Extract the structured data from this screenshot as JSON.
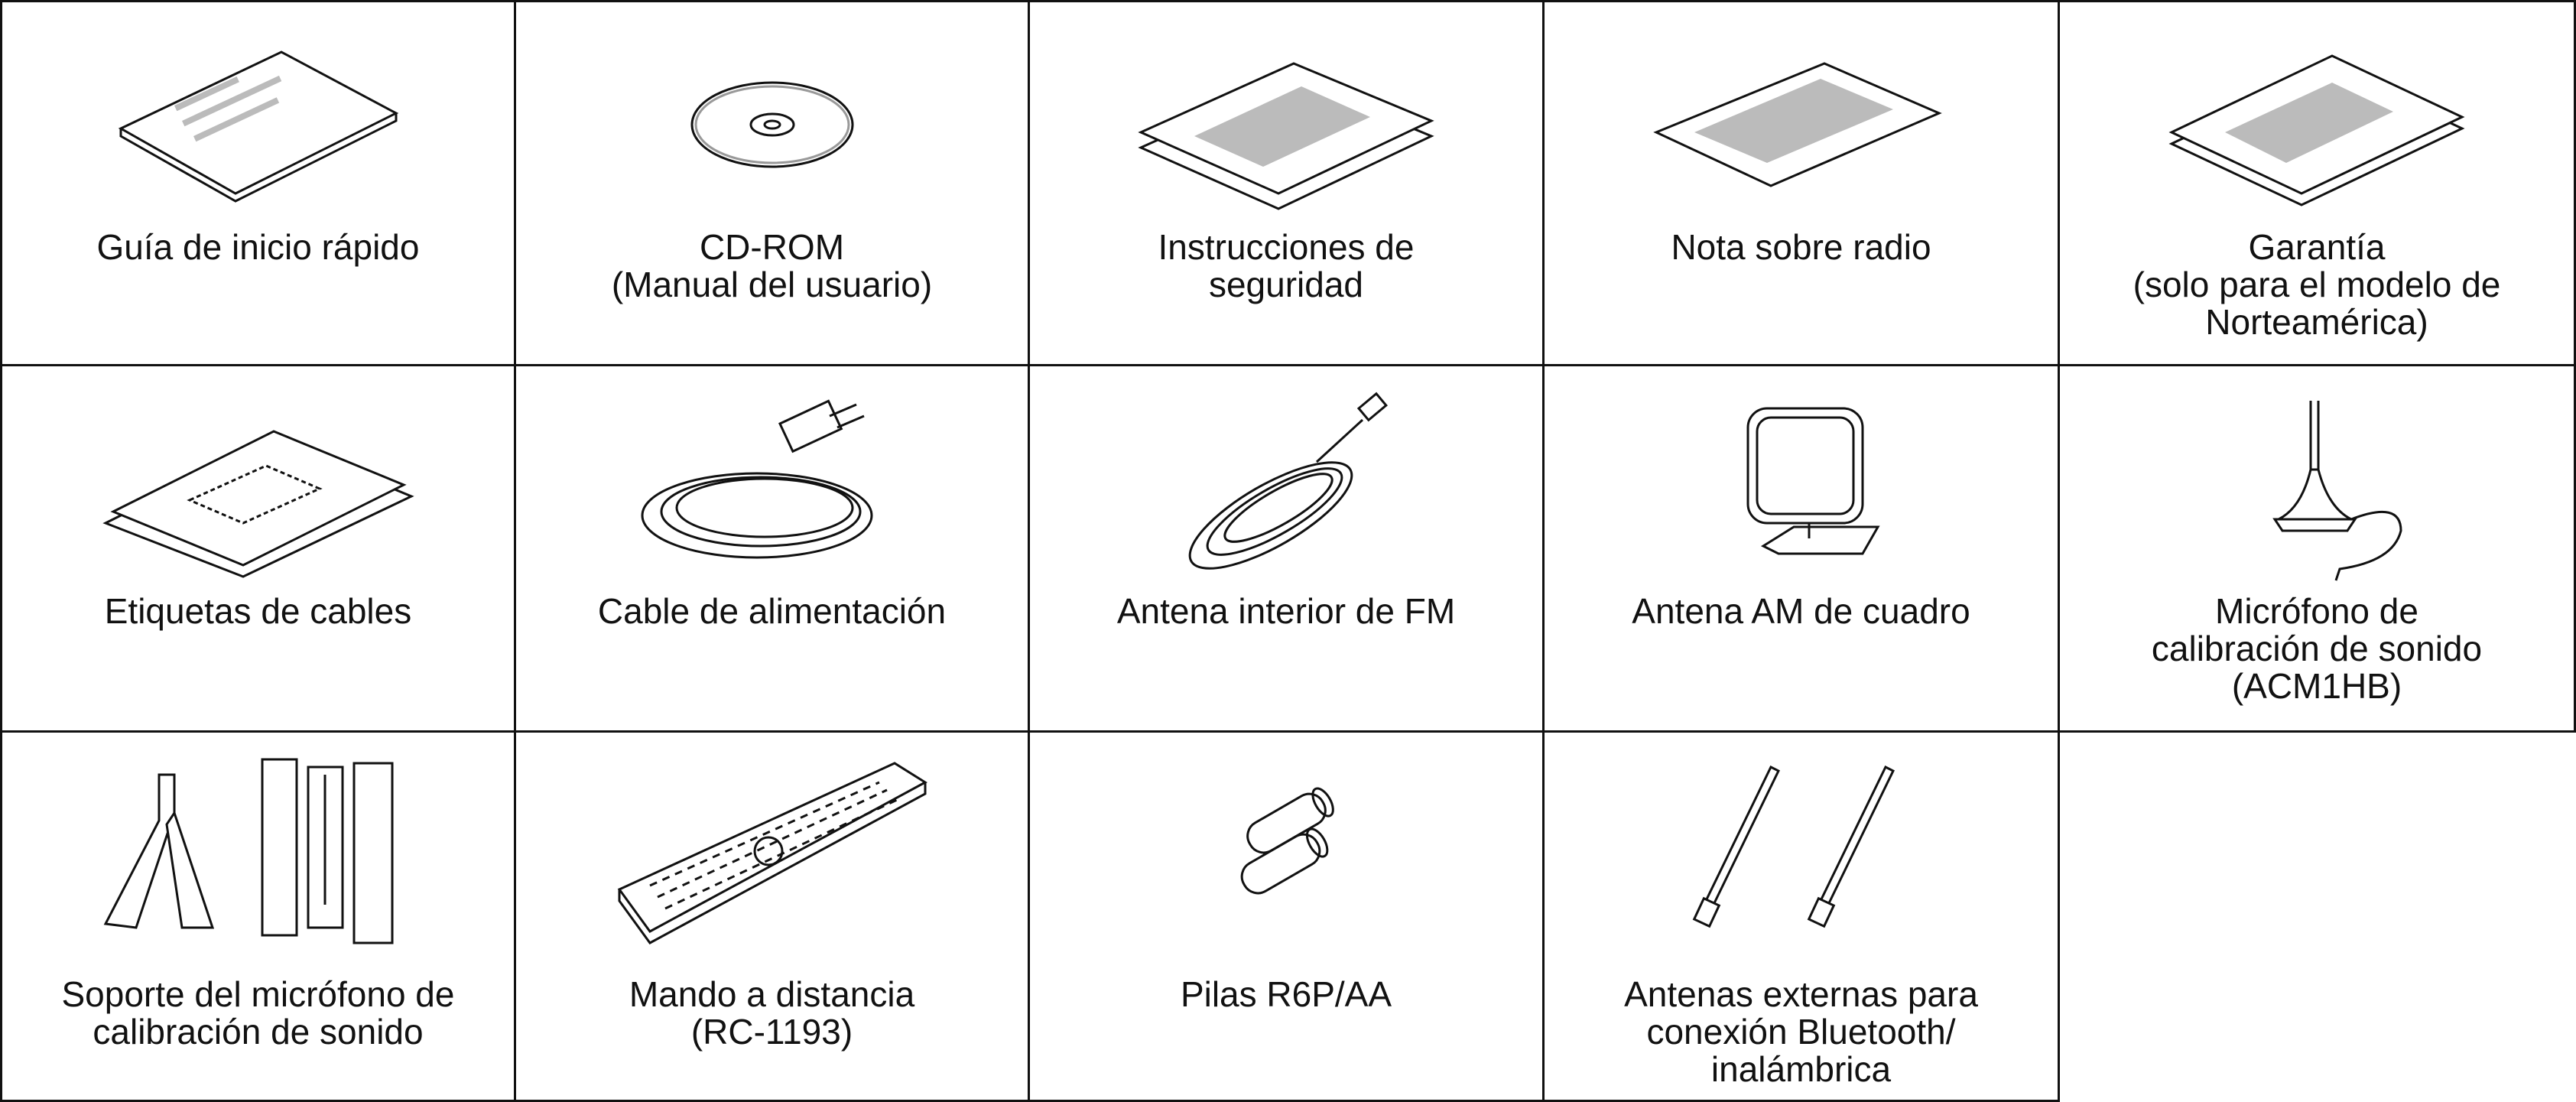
{
  "items": [
    {
      "icon": "quick-start-guide-icon",
      "lines": [
        "Guía de inicio rápido"
      ]
    },
    {
      "icon": "cd-rom-icon",
      "lines": [
        "CD-ROM",
        "(Manual del usuario)"
      ]
    },
    {
      "icon": "safety-instructions-icon",
      "lines": [
        "Instrucciones de",
        "seguridad"
      ]
    },
    {
      "icon": "radio-note-icon",
      "lines": [
        "Nota sobre radio"
      ]
    },
    {
      "icon": "warranty-icon",
      "lines": [
        "Garantía",
        "(solo para el modelo de",
        "Norteamérica)"
      ]
    },
    {
      "icon": "cable-labels-icon",
      "lines": [
        "Etiquetas de cables"
      ]
    },
    {
      "icon": "power-cord-icon",
      "lines": [
        "Cable de alimentación"
      ]
    },
    {
      "icon": "fm-antenna-icon",
      "lines": [
        "Antena interior de FM"
      ]
    },
    {
      "icon": "am-loop-antenna-icon",
      "lines": [
        "Antena AM de cuadro"
      ]
    },
    {
      "icon": "microphone-icon",
      "lines": [
        "Micrófono de",
        "calibración de sonido",
        "(ACM1HB)"
      ]
    },
    {
      "icon": "microphone-stand-icon",
      "lines": [
        "Soporte del micrófono de",
        "calibración de sonido"
      ]
    },
    {
      "icon": "remote-control-icon",
      "lines": [
        "Mando a distancia",
        "(RC-1193)"
      ]
    },
    {
      "icon": "batteries-icon",
      "lines": [
        "Pilas R6P/AA"
      ]
    },
    {
      "icon": "external-antennas-icon",
      "lines": [
        "Antenas externas para",
        "conexión Bluetooth/",
        "inalámbrica"
      ]
    }
  ]
}
